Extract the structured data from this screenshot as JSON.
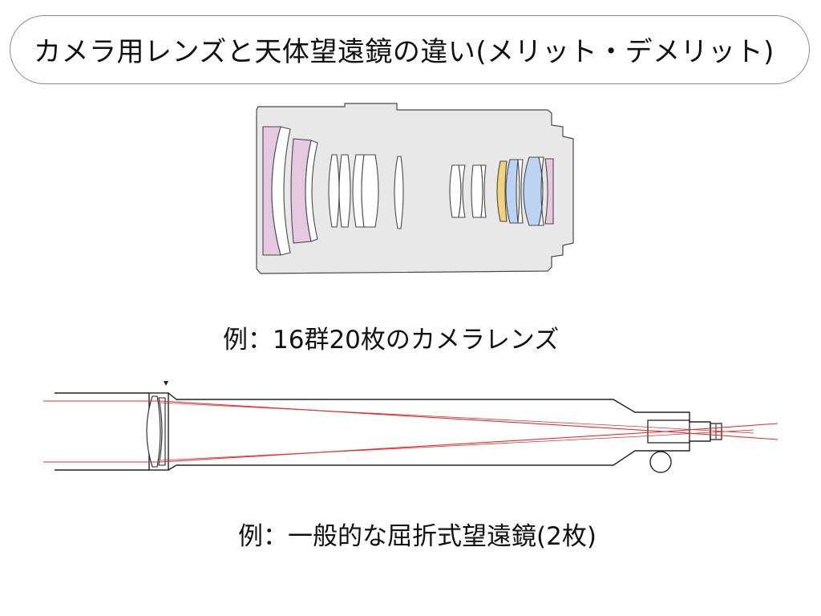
{
  "title": "カメラ用レンズと天体望遠鏡の違い(メリット・デメリット)",
  "lens_caption": "例：16群20枚のカメラレンズ",
  "telescope_caption": "例：一般的な屈折式望遠鏡(2枚)",
  "colors": {
    "body_fill": "#e8e8e8",
    "outline": "#4a4a4a",
    "element_pink": "#e6c9e0",
    "element_yellow": "#f1d37e",
    "element_blue": "#bcd3f1",
    "ray_red": "#e03030"
  }
}
